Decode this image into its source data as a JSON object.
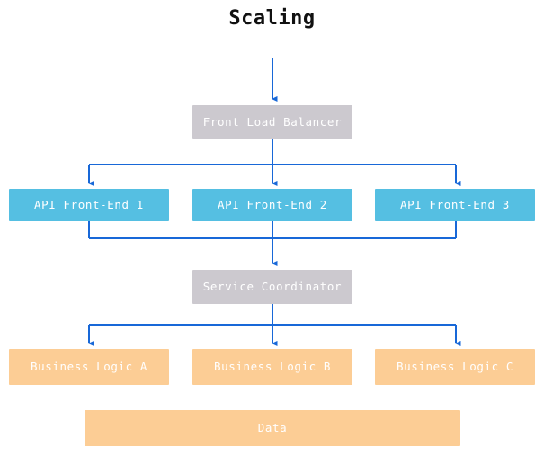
{
  "diagram": {
    "title": "Scaling",
    "type": "flowchart",
    "orientation": "top-down",
    "background_color": "#ffffff",
    "palette": {
      "gray": "#ccc9cf",
      "cyan": "#55bfe2",
      "orange": "#fccd95",
      "arrow_blue": "#1868d8",
      "node_text": "#ffffff",
      "title_text": "#111111"
    },
    "tiers": [
      {
        "name": "entry",
        "nodes": [
          {
            "id": "front-load-balancer",
            "label": "Front Load Balancer",
            "color": "gray"
          }
        ]
      },
      {
        "name": "api-layer",
        "nodes": [
          {
            "id": "api-front-end-1",
            "label": "API Front-End 1",
            "color": "cyan"
          },
          {
            "id": "api-front-end-2",
            "label": "API Front-End 2",
            "color": "cyan"
          },
          {
            "id": "api-front-end-3",
            "label": "API Front-End 3",
            "color": "cyan"
          }
        ]
      },
      {
        "name": "coordination",
        "nodes": [
          {
            "id": "service-coordinator",
            "label": "Service Coordinator",
            "color": "gray"
          }
        ]
      },
      {
        "name": "business-layer",
        "nodes": [
          {
            "id": "business-logic-a",
            "label": "Business Logic A",
            "color": "orange"
          },
          {
            "id": "business-logic-b",
            "label": "Business Logic B",
            "color": "orange"
          },
          {
            "id": "business-logic-c",
            "label": "Business Logic C",
            "color": "orange"
          }
        ]
      },
      {
        "name": "storage",
        "nodes": [
          {
            "id": "data",
            "label": "Data",
            "color": "orange"
          }
        ]
      }
    ],
    "edges": [
      {
        "from": "external-ingress",
        "to": "front-load-balancer"
      },
      {
        "from": "front-load-balancer",
        "to": "api-front-end-1"
      },
      {
        "from": "front-load-balancer",
        "to": "api-front-end-2"
      },
      {
        "from": "front-load-balancer",
        "to": "api-front-end-3"
      },
      {
        "from": "api-front-end-1",
        "to": "service-coordinator"
      },
      {
        "from": "api-front-end-2",
        "to": "service-coordinator"
      },
      {
        "from": "api-front-end-3",
        "to": "service-coordinator"
      },
      {
        "from": "service-coordinator",
        "to": "business-logic-a"
      },
      {
        "from": "service-coordinator",
        "to": "business-logic-b"
      },
      {
        "from": "service-coordinator",
        "to": "business-logic-c"
      }
    ]
  }
}
